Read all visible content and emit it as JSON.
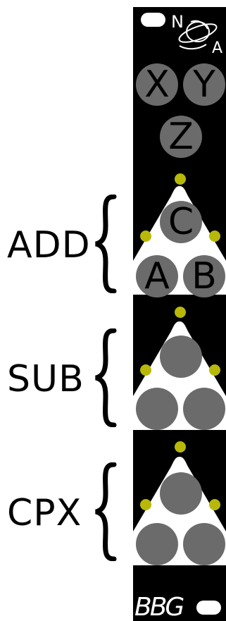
{
  "labels": {
    "add": "ADD",
    "sub": "SUB",
    "cpx": "CPX"
  },
  "panel": {
    "logo_letters": {
      "n": "N",
      "a": "A"
    },
    "knobs_top": {
      "x": "X",
      "y": "Y",
      "z": "Z"
    },
    "add_knobs": {
      "c": "C",
      "a": "A",
      "b": "B"
    },
    "brand": "BBG"
  },
  "colors": {
    "panel": "#000000",
    "knob": "#6b6b6b",
    "jack": "#b8b80a",
    "triangle": "#ffffff"
  }
}
